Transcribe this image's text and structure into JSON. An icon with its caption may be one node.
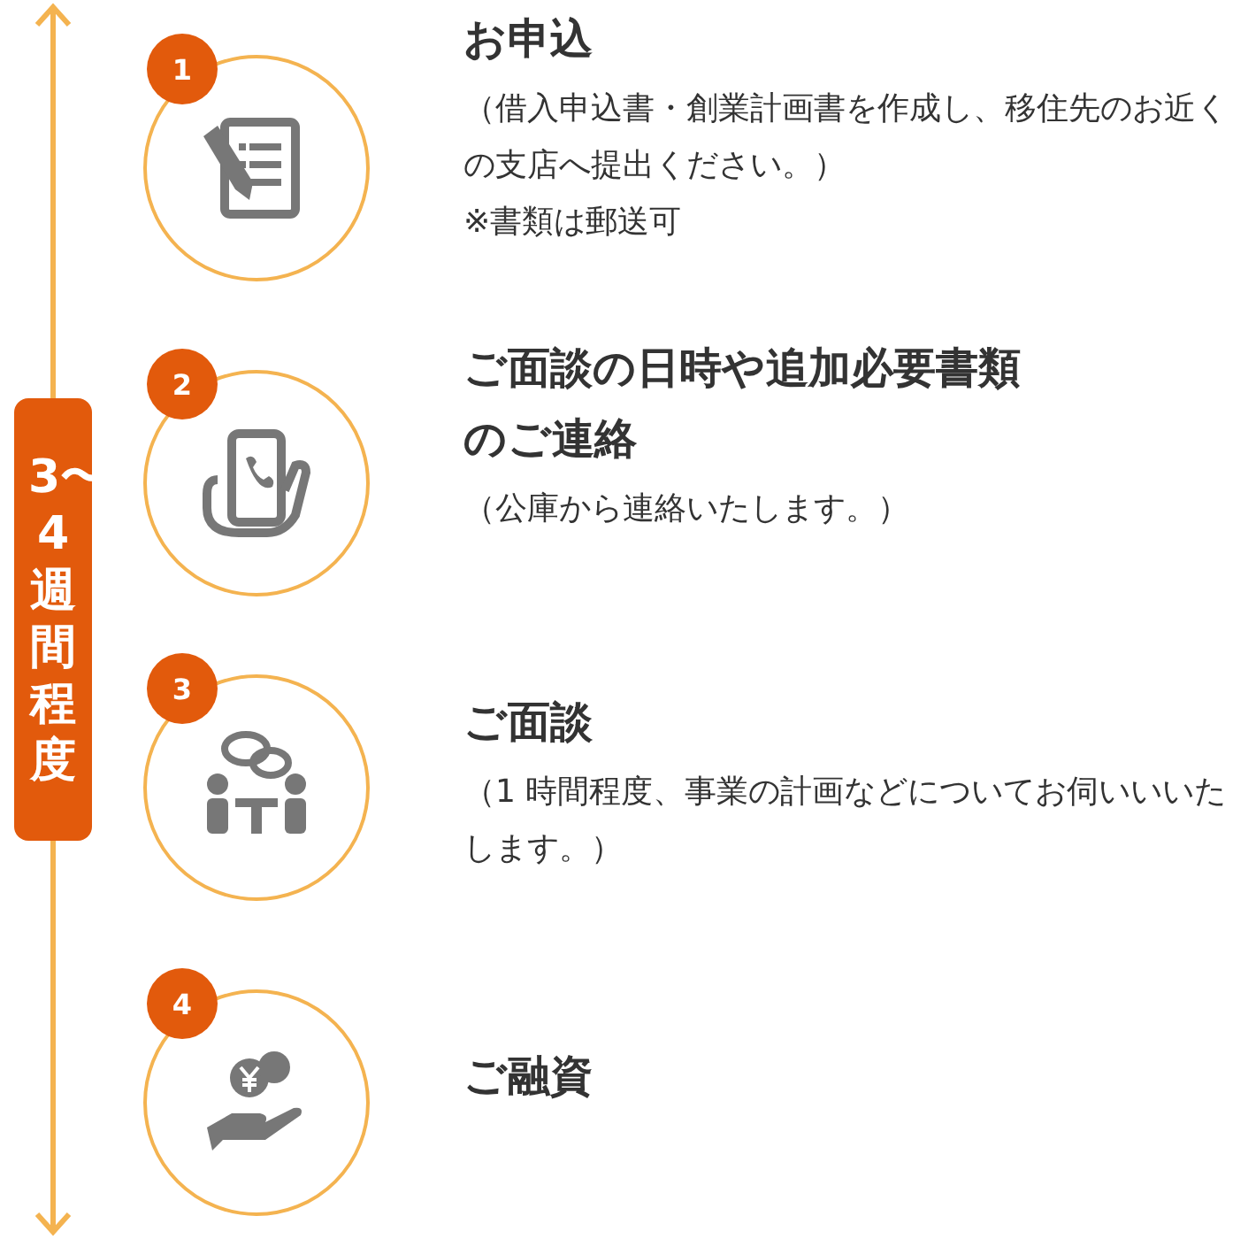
{
  "diagram": {
    "nodes": [
      {
        "text": [
          "1"
        ]
      },
      {
        "text": [],
        "shape": "circle",
        "beside": [
          "お申込",
          "（借入申込書・創業計画書を作成し、移住先のお近くの支店へ提出ください。）",
          "※書類は郵送可"
        ]
      },
      {
        "text": [
          "2"
        ]
      },
      {
        "text": [],
        "shape": "circle",
        "beside": [
          "ご面談の日時や追加必要書類のご連絡",
          "（公庫から連絡いたします。）"
        ]
      },
      {
        "text": [
          "3"
        ]
      },
      {
        "text": [],
        "shape": "circle",
        "beside": [
          "ご面談",
          "（1 時間程度、事業の計画などについてお伺いいいたします。）"
        ]
      },
      {
        "text": [
          "4"
        ]
      },
      {
        "text": [],
        "shape": "circle",
        "beside": [
          "ご融資"
        ]
      }
    ],
    "edges": [],
    "labels": [
      "3〜4週間程度"
    ]
  }
}
